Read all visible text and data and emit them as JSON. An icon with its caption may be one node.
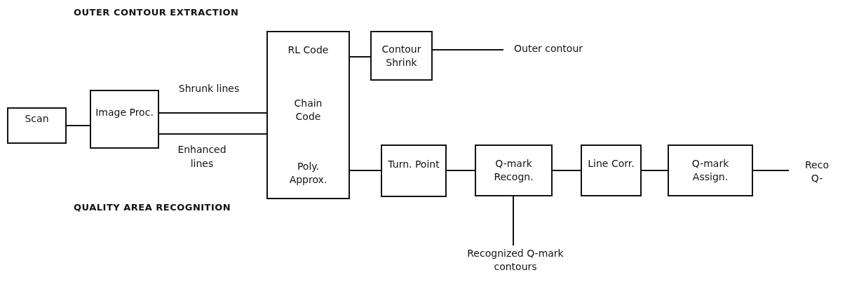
{
  "diagram": {
    "nodes": [
      {
        "text": [
          "Scan"
        ]
      },
      {
        "text": [
          "Image Proc."
        ]
      },
      {
        "text": [
          "RL Code",
          "Chain Code",
          "Poly. Approx."
        ]
      },
      {
        "text": [
          "Contour Shrink"
        ]
      },
      {
        "text": [
          "Outer contour"
        ]
      },
      {
        "text": [
          "Turn. Point"
        ]
      },
      {
        "text": [
          "Q-mark Recogn."
        ]
      },
      {
        "text": [
          "Line Corr."
        ]
      },
      {
        "text": [
          "Q-mark Assign."
        ]
      },
      {
        "text": [
          "Reco Q-"
        ]
      },
      {
        "text": [
          "Recognized Q-mark contours"
        ]
      }
    ],
    "edges": [
      {
        "from": 0,
        "to": 1,
        "arrow": "none"
      },
      {
        "from": 1,
        "to": 2,
        "arrow": "none",
        "label": "Shrunk lines"
      },
      {
        "from": 1,
        "to": 2,
        "arrow": "none",
        "label": "Enhanced lines"
      },
      {
        "from": 2,
        "to": 3,
        "arrow": "none"
      },
      {
        "from": 3,
        "to": 4,
        "arrow": "none"
      },
      {
        "from": 2,
        "to": 5,
        "arrow": "none"
      },
      {
        "from": 5,
        "to": 6,
        "arrow": "none"
      },
      {
        "from": 6,
        "to": 7,
        "arrow": "none"
      },
      {
        "from": 7,
        "to": 8,
        "arrow": "none"
      },
      {
        "from": 8,
        "to": 9,
        "arrow": "none"
      },
      {
        "from": 6,
        "to": 10,
        "arrow": "none"
      }
    ],
    "labels": [
      "OUTER CONTOUR EXTRACTION",
      "QUALITY AREA RECOGNITION"
    ]
  }
}
